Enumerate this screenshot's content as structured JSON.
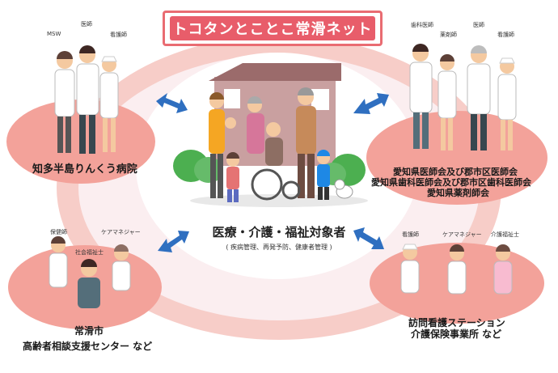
{
  "title": "トコタンとことこ常滑ネット",
  "center": {
    "title": "医療・介護・福祉対象者",
    "subtitle": "( 疾病管理、再発予防、健康者管理 )"
  },
  "nodes": {
    "hospital": {
      "label": "知多半島りんくう病院",
      "roles": [
        "MSW",
        "医師",
        "看護師"
      ]
    },
    "associations": {
      "lines": [
        "愛知県医師会及び郡市区医師会",
        "愛知県歯科医師会及び郡市区歯科医師会",
        "愛知県薬剤師会"
      ],
      "roles": [
        "歯科医師",
        "薬剤師",
        "医師",
        "看護師"
      ]
    },
    "city": {
      "lines": [
        "常滑市",
        "高齢者相談支援センター など"
      ],
      "roles": [
        "保健師",
        "ケアマネジャー",
        "社会福祉士"
      ]
    },
    "station": {
      "lines": [
        "訪問看護ステーション",
        "介護保険事業所 など"
      ],
      "roles": [
        "看護師",
        "ケアマネジャー",
        "介護福祉士"
      ]
    }
  },
  "colors": {
    "ring": "#f5c4c0",
    "ring_inner": "#fbeef0",
    "lobe": "#f3a29a",
    "title_red": "#e85d6a",
    "arrow_blue": "#2f6fc0",
    "center_fill": "#ffffff"
  }
}
